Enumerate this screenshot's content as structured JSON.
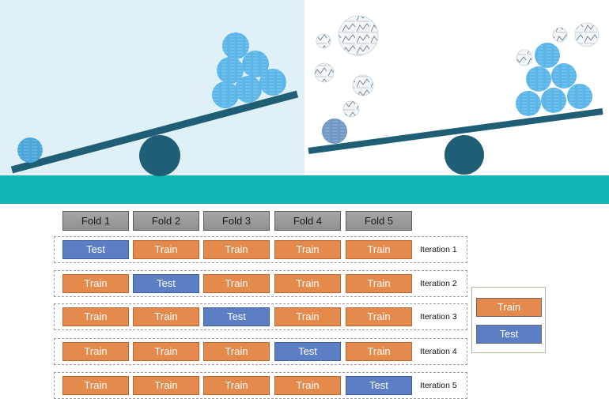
{
  "folds": {
    "headers": [
      "Fold 1",
      "Fold 2",
      "Fold 3",
      "Fold 4",
      "Fold 5"
    ],
    "iterations": [
      {
        "label": "Iteration 1",
        "cells": [
          "Test",
          "Train",
          "Train",
          "Train",
          "Train"
        ]
      },
      {
        "label": "Iteration 2",
        "cells": [
          "Train",
          "Test",
          "Train",
          "Train",
          "Train"
        ]
      },
      {
        "label": "Iteration 3",
        "cells": [
          "Train",
          "Train",
          "Test",
          "Train",
          "Train"
        ]
      },
      {
        "label": "Iteration 4",
        "cells": [
          "Train",
          "Train",
          "Train",
          "Test",
          "Train"
        ]
      },
      {
        "label": "Iteration 5",
        "cells": [
          "Train",
          "Train",
          "Train",
          "Train",
          "Test"
        ]
      }
    ]
  },
  "legend": {
    "train": "Train",
    "test": "Test"
  },
  "colors": {
    "train": "#e58a4d",
    "test": "#5b7ec5",
    "sky": "#dff0f7",
    "ground": "#0fb7b5",
    "beam": "#1f5e74",
    "ball": "#5ab6e8"
  },
  "icons": [
    "balance-scale-icon",
    "data-ball-icon",
    "graph-ball-icon"
  ]
}
